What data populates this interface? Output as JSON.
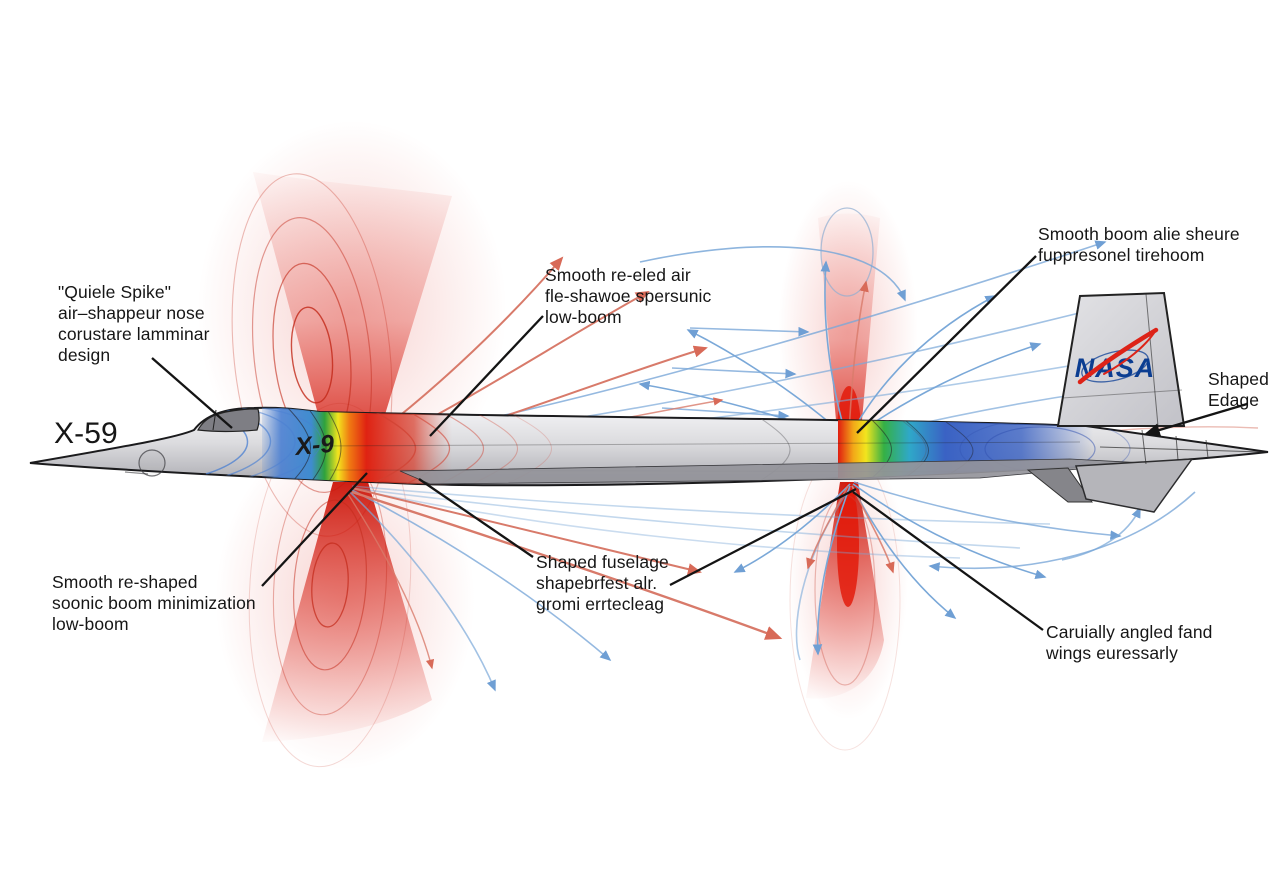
{
  "diagram": {
    "model_label": "X-59",
    "nasa_logo_text": "NASA",
    "fuselage_mark": "X-9",
    "labels": {
      "quiet_spike": {
        "lines": [
          "\"Quiele Spike\"",
          "air–shappeur nose",
          "corustare lamminar",
          "design"
        ]
      },
      "smooth_air": {
        "lines": [
          "Smooth re-eled air",
          "fle-shawoe spersunic",
          "low-boom"
        ]
      },
      "smooth_boom": {
        "lines": [
          "Smooth boom alie sheure",
          "fuppresonel tirehoom"
        ]
      },
      "shaped_edge": {
        "lines": [
          "Shaped",
          "Edage"
        ]
      },
      "boom_min": {
        "lines": [
          "Smooth re-shaped",
          "soonic boom minimization",
          "low-boom"
        ]
      },
      "shaped_fuselage": {
        "lines": [
          "Shaped fuselage",
          "shapebrfest alr.",
          "gromi errtecleag"
        ]
      },
      "angled_wings": {
        "lines": [
          "Caruially angled fand",
          "wings euressarly"
        ]
      }
    },
    "colors": {
      "shock_red": "#d81c10",
      "pressure_blue": "#3a62c4",
      "pressure_green": "#2fa23c",
      "pressure_yellow": "#f2e51e",
      "streamline_blue": "#7aa8d8",
      "streamline_red": "#d87a6a",
      "airframe_gray": "#c9c9cd",
      "nasa_blue": "#0b3d91",
      "nasa_red": "#dd2318",
      "text_black": "#161616",
      "background": "#ffffff"
    }
  }
}
